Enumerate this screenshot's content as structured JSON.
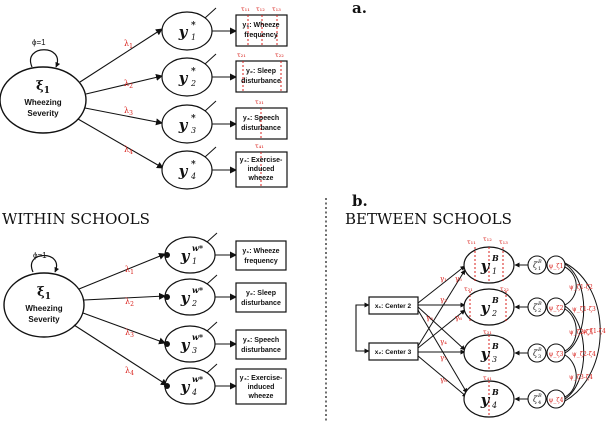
{
  "panel_a": {
    "label": "a.",
    "phi": "ϕ=1",
    "factor": {
      "symbol": "ξ",
      "sub": "1",
      "name_line1": "Wheezing",
      "name_line2": "Severity"
    },
    "lambdas": [
      {
        "sym": "λ",
        "sub": "1"
      },
      {
        "sym": "λ",
        "sub": "2"
      },
      {
        "sym": "λ",
        "sub": "3"
      },
      {
        "sym": "λ",
        "sub": "4"
      }
    ],
    "latents": [
      {
        "sym": "y",
        "sub": "1",
        "sup": "*"
      },
      {
        "sym": "y",
        "sub": "2",
        "sup": "*"
      },
      {
        "sym": "y",
        "sub": "3",
        "sup": "*"
      },
      {
        "sym": "y",
        "sub": "4",
        "sup": "*"
      }
    ],
    "boxes": [
      {
        "line1": "y₁: Wheeze",
        "line2": "frequency"
      },
      {
        "line1": "y₂: Sleep",
        "line2": "disturbance"
      },
      {
        "line1": "y₃: Speech",
        "line2": "disturbance"
      },
      {
        "line1": "y₄: Exercise-",
        "line2": "induced",
        "line3": "wheeze"
      }
    ],
    "thresholds": [
      [
        "τ₁₁",
        "τ₁₂",
        "τ₁₃"
      ],
      [
        "τ₂₁",
        "τ₂₂"
      ],
      [
        "τ₃₁"
      ],
      [
        "τ₄₁"
      ]
    ]
  },
  "panel_b": {
    "label": "b.",
    "within_title": "WITHIN SCHOOLS",
    "between_title": "BETWEEN SCHOOLS",
    "within": {
      "phi": "ϕ=1",
      "factor": {
        "symbol": "ξ",
        "sub": "1",
        "name_line1": "Wheezing",
        "name_line2": "Severity"
      },
      "lambdas": [
        {
          "sym": "λ",
          "sub": "1"
        },
        {
          "sym": "λ",
          "sub": "2"
        },
        {
          "sym": "λ",
          "sub": "3"
        },
        {
          "sym": "λ",
          "sub": "4"
        }
      ],
      "latents": [
        {
          "sym": "y",
          "sub": "1",
          "sup": "w*"
        },
        {
          "sym": "y",
          "sub": "2",
          "sup": "w*"
        },
        {
          "sym": "y",
          "sub": "3",
          "sup": "w*"
        },
        {
          "sym": "y",
          "sub": "4",
          "sup": "w*"
        }
      ],
      "boxes": [
        {
          "line1": "y₁: Wheeze",
          "line2": "frequency"
        },
        {
          "line1": "y₂: Sleep",
          "line2": "disturbance"
        },
        {
          "line1": "y₃: Speech",
          "line2": "disturbance"
        },
        {
          "line1": "y₄: Exercise-",
          "line2": "induced",
          "line3": "wheeze"
        }
      ]
    },
    "between": {
      "predictors": [
        "x₁: Center 2",
        "x₂: Center 3"
      ],
      "gammas": [
        "γ₁",
        "γ₂",
        "γ₃",
        "γ₄",
        "γ₅",
        "γ₆",
        "γ₇",
        "γ₈"
      ],
      "latents": [
        {
          "sym": "y",
          "sub": "1",
          "sup": "B"
        },
        {
          "sym": "y",
          "sub": "2",
          "sup": "B"
        },
        {
          "sym": "y",
          "sub": "3",
          "sup": "B"
        },
        {
          "sym": "y",
          "sub": "4",
          "sup": "B"
        }
      ],
      "thresholds": [
        [
          "τ₁₁",
          "τ₁₂",
          "τ₁₃"
        ],
        [
          "τ₂₁",
          "τ₂₂"
        ],
        [
          "τ₃₁"
        ],
        [
          "τ₄₁"
        ]
      ],
      "zetas": [
        {
          "sym": "ζ",
          "sub": "1",
          "sup": "B"
        },
        {
          "sym": "ζ",
          "sub": "2",
          "sup": "B"
        },
        {
          "sym": "ζ",
          "sub": "3",
          "sup": "B"
        },
        {
          "sym": "ζ",
          "sub": "4",
          "sup": "B"
        }
      ],
      "psi_variances": [
        "ψ_ζ1",
        "ψ_ζ2",
        "ψ_ζ3",
        "ψ_ζ4"
      ],
      "psi_covariances": [
        "ψ_ζ1-ζ2",
        "ψ_ζ2-ζ3",
        "ψ_ζ3-ζ4",
        "ψ_ζ1-ζ3",
        "ψ_ζ2-ζ4",
        "ψ_ζ1-ζ4"
      ]
    }
  }
}
